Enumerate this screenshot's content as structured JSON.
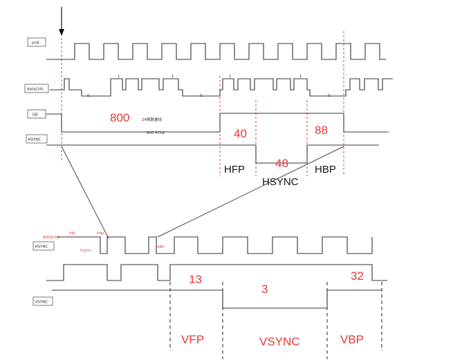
{
  "colors": {
    "annotation": "#e53935",
    "wave": "#333333",
    "text": "#111111"
  },
  "signals": {
    "pclk": "pclk",
    "data": "data(24)",
    "de": "DE",
    "hsync_top": "HSYNC",
    "hsync_bottom": "HSYNC",
    "vsync": "VSYNC"
  },
  "data_marks": {
    "one_a": "1",
    "zero_a": "0",
    "one_b": "1",
    "one_c": "1",
    "zero_b": "0",
    "zero_c": "0",
    "one_d": "1"
  },
  "horizontal": {
    "active_value": "800",
    "active_note": "24根数据线",
    "active_unit": "800 PCLK",
    "hfp_value": "40",
    "hfp_label": "HFP",
    "hsync_value": "48",
    "hsync_label": "HSYNC",
    "hbp_value": "88",
    "hbp_label": "HBP"
  },
  "lower_notes": {
    "pclk_count": "800pCLK",
    "hfp_short": "hfp",
    "hsync_short": "hsync",
    "hbp_short": "hbp",
    "count_480": "480"
  },
  "vertical": {
    "vfp_value": "13",
    "vfp_label": "VFP",
    "vsync_value": "3",
    "vsync_label": "VSYNC",
    "vbp_value": "32",
    "vbp_label": "VBP"
  },
  "icons": {
    "start_marker": "arrow-down-icon"
  }
}
